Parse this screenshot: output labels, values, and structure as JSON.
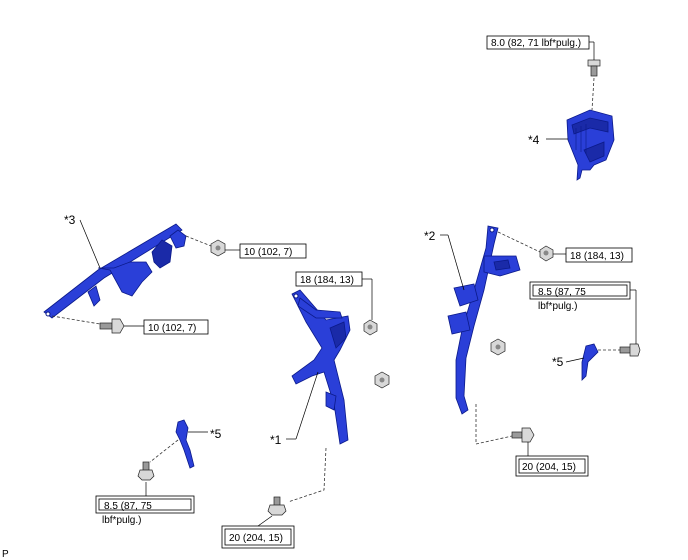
{
  "torque_specs": {
    "ecu_bolt": "8.0 (82, 71 lbf*pulg.)",
    "bracket3_upper": "10 (102, 7)",
    "bracket3_lower": "10 (102, 7)",
    "bracket1_upper": "18 (184, 13)",
    "bracket2_upper": "18 (184, 13)",
    "clamp_right_line1": "8.5 (87, 75",
    "clamp_right_line2": "lbf*pulg.)",
    "clamp_left_line1": "8.5 (87, 75",
    "clamp_left_line2": "lbf*pulg.)",
    "bracket2_lower": "20 (204, 15)",
    "bracket1_lower": "20 (204, 15)"
  },
  "callouts": {
    "part1": "*1",
    "part2": "*2",
    "part3": "*3",
    "part4": "*4",
    "part5_right": "*5",
    "part5_left": "*5"
  },
  "corner_mark": "P",
  "colors": {
    "part_blue": "#2a3fd8",
    "outline": "#000000"
  }
}
